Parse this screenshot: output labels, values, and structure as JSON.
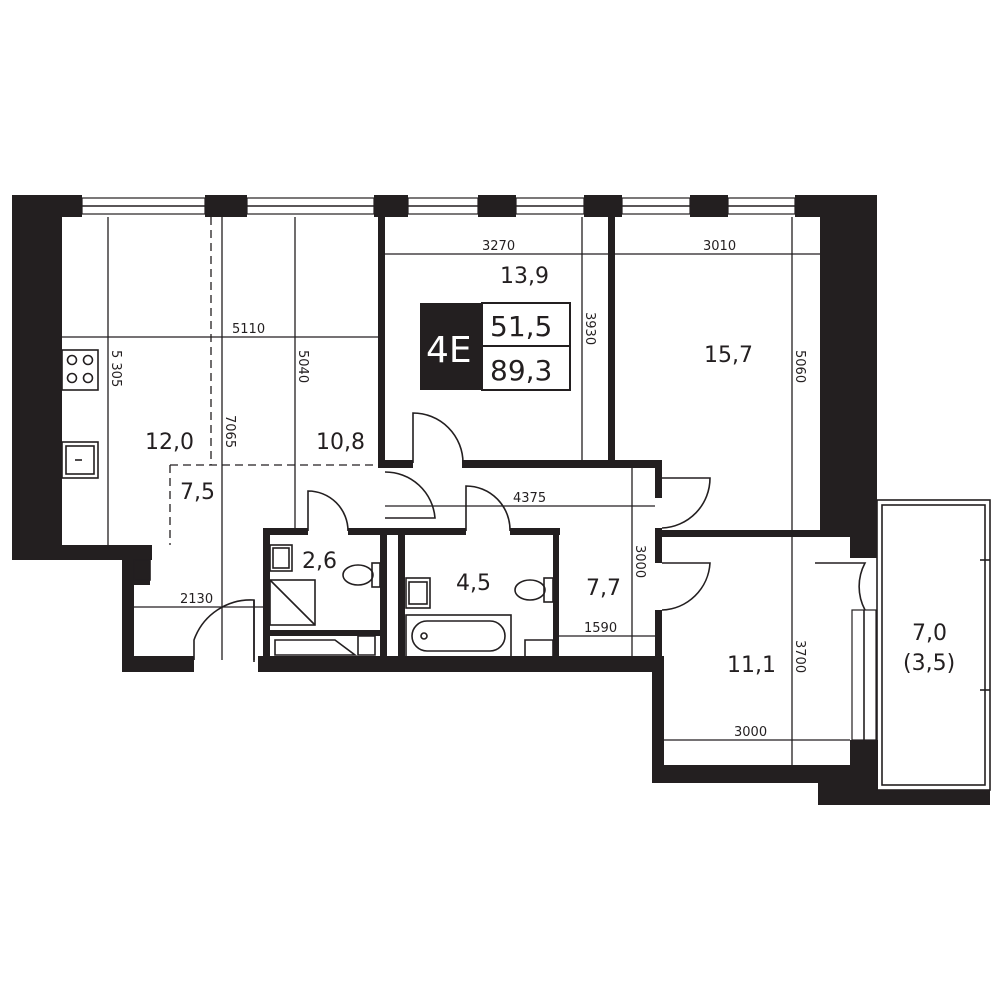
{
  "apartment": {
    "type_code": "4Е",
    "living_area": "51,5",
    "total_area": "89,3"
  },
  "rooms": {
    "kitchen": "12,0",
    "living_room": "10,8",
    "hall": "7,5",
    "bedroom_1": "13,9",
    "bedroom_2": "15,7",
    "bedroom_3": "11,1",
    "wc": "2,6",
    "bathroom": "4,5",
    "corridor": "7,7",
    "balcony": "7,0",
    "balcony_reduced": "(3,5)"
  },
  "dimensions": {
    "d5110": "5110",
    "d5305": "5 305",
    "d7065": "7065",
    "d5040": "5040",
    "d3270": "3270",
    "d3930": "3930",
    "d3010": "3010",
    "d5060": "5060",
    "d4375": "4375",
    "d3000_corridor": "3000",
    "d1590": "1590",
    "d2130": "2130",
    "d3700": "3700",
    "d3000_room": "3000"
  },
  "colors": {
    "wall": "#231f20",
    "background": "#ffffff"
  }
}
